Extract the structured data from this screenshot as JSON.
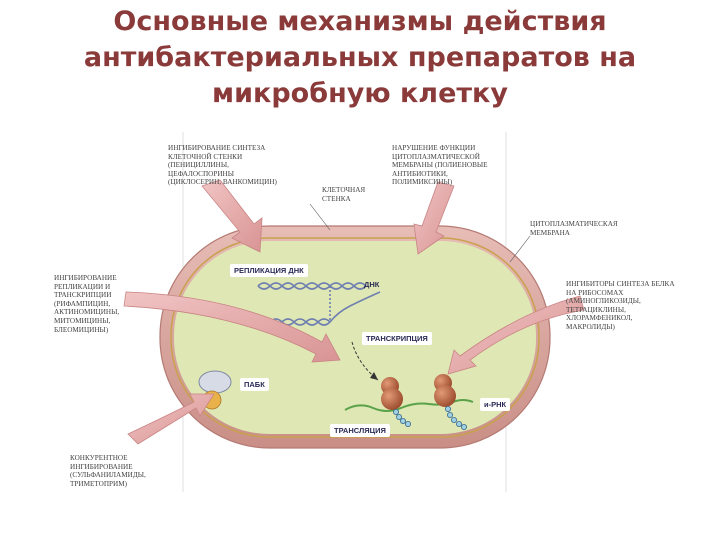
{
  "title": {
    "line1": "Основные механизмы действия",
    "line2": "антибактериальных препаратов на",
    "line3": "микробную клетку"
  },
  "labels": {
    "cell_wall_synthesis": [
      "ИНГИБИРОВАНИЕ СИНТЕЗА",
      "КЛЕТОЧНОЙ СТЕНКИ",
      "(ПЕНИЦИЛЛИНЫ,",
      "ЦЕФАЛОСПОРИНЫ",
      "(ЦИКЛОСЕРИН, ВАНКОМИЦИН)"
    ],
    "membrane_function": [
      "НАРУШЕНИЕ ФУНКЦИИ",
      "ЦИТОПЛАЗМАТИЧЕСКОЙ",
      "МЕМБРАНЫ (ПОЛИЕНОВЫЕ",
      "АНТИБИОТИКИ,",
      "ПОЛИМИКСИНЫ)"
    ],
    "cell_wall": [
      "КЛЕТОЧНАЯ",
      "СТЕНКА"
    ],
    "cytoplasmic_membrane": [
      "ЦИТОПЛАЗМАТИЧЕСКАЯ",
      "МЕМБРАНА"
    ],
    "replication_inhibition": [
      "ИНГИБИРОВАНИЕ",
      "РЕПЛИКАЦИИ И",
      "ТРАНСКРИПЦИИ",
      "(РИФАМПИЦИН,",
      "АКТИНОМИЦИНЫ,",
      "МИТОМИЦИНЫ,",
      "БЛЕОМИЦИНЫ)"
    ],
    "protein_synthesis": [
      "ИНГИБИТОРЫ СИНТЕЗА БЕЛКА",
      "НА РИБОСОМАХ",
      "(АМИНОГЛИКОЗИДЫ,",
      "ТЕТРАЦИКЛИНЫ,",
      "ХЛОРАМФЕНИКОЛ,",
      "МАКРОЛИДЫ)"
    ],
    "competitive": [
      "КОНКУРЕНТНОЕ",
      "ИНГИБИРОВАНИЕ",
      "(СУЛЬФАНИЛАМИДЫ,",
      "ТРИМЕТОПРИМ)"
    ],
    "dna_replication": "РЕПЛИКАЦИЯ ДНК",
    "dna": "ДНК",
    "transcription": "ТРАНСКРИПЦИЯ",
    "paba": "ПАБК",
    "mrna": "и-РНК",
    "translation": "ТРАНСЛЯЦИЯ"
  },
  "colors": {
    "title": "#8b3a3a",
    "cell_wall": "#d9a9a0",
    "cell_wall_edge": "#b97f78",
    "cytoplasm": "#dfe8b4",
    "arrow": "#e4a8a8",
    "arrow_edge": "#c98484",
    "dna": "#6f7fb0",
    "ribosome": "#b8623c",
    "mrna": "#5aa24a"
  }
}
